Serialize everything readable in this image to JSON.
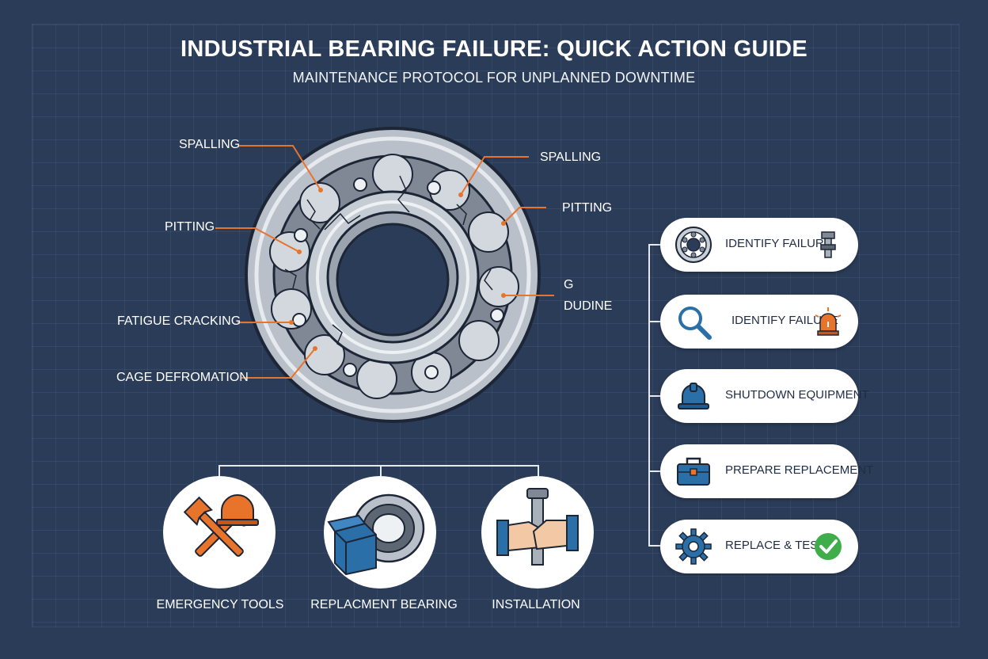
{
  "header": {
    "title": "INDUSTRIAL BEARING FAILURE: QUICK ACTION GUIDE",
    "subtitle": "MAINTENANCE PROTOCOL FOR UNPLANNED DOWNTIME"
  },
  "callouts": {
    "left": [
      "SPALLING",
      "PITTING",
      "FATIGUE CRACKING",
      "CAGE DEFROMATION"
    ],
    "right": [
      "SPALLING",
      "PITTING",
      "G",
      "DUDINE"
    ]
  },
  "steps": [
    {
      "label": "IDENTIFY FAILURE",
      "icon": "bearing-icon",
      "side_icon": "bolt-icon"
    },
    {
      "label": "IDENTIFY FAILURE",
      "icon": "magnifier-icon",
      "side_icon": "alarm-light-icon"
    },
    {
      "label": "SHUTDOWN EQUIPMENT",
      "icon": "hard-hat-icon",
      "side_icon": ""
    },
    {
      "label": "PREPARE REPLACEMENT",
      "icon": "toolbox-icon",
      "side_icon": ""
    },
    {
      "label": "REPLACE & TEST",
      "icon": "gear-icon",
      "side_icon": "check-icon"
    }
  ],
  "resources": [
    {
      "label": "EMERGENCY TOOLS",
      "icon": "hammer-wrench-hardhat-icon"
    },
    {
      "label": "REPLACMENT BEARING",
      "icon": "boxed-bearing-icon"
    },
    {
      "label": "INSTALLATION",
      "icon": "hands-bolt-icon"
    }
  ],
  "colors": {
    "background": "#2b3c58",
    "accent": "#e8732a",
    "blue": "#2a6fa8",
    "check": "#3fae4a"
  }
}
